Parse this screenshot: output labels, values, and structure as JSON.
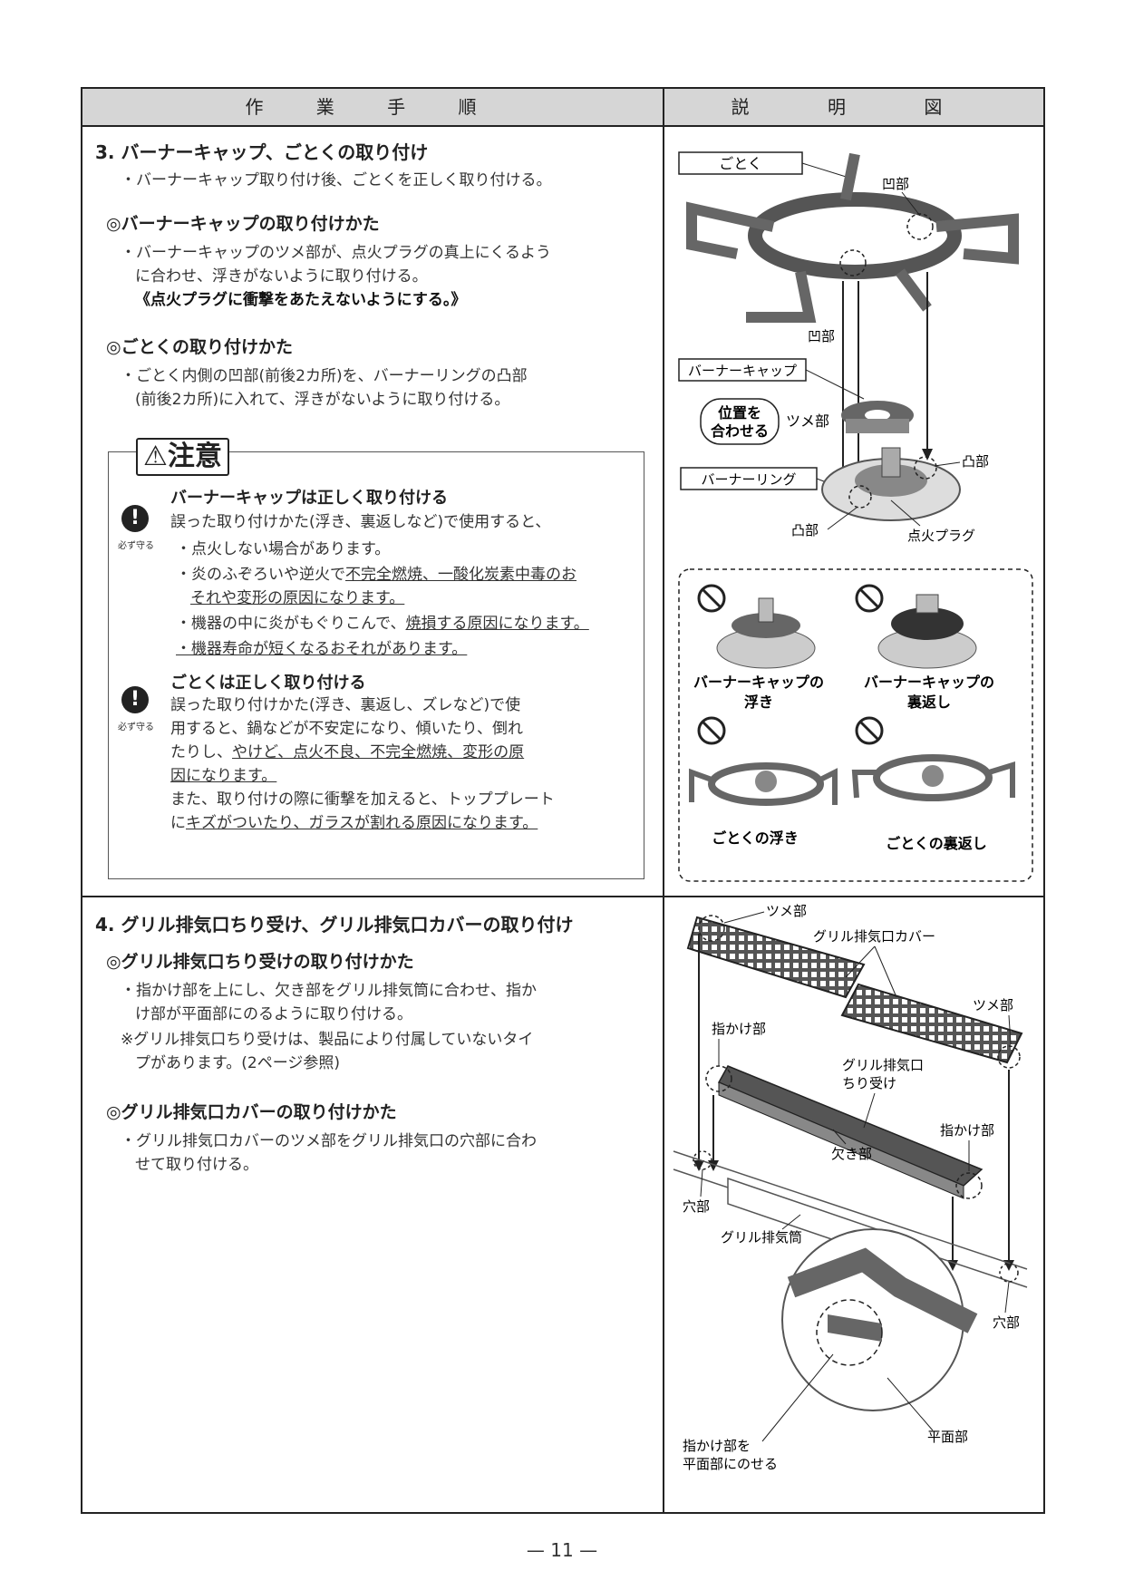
{
  "header": {
    "left": "作 業 手 順",
    "right": "説 明 図"
  },
  "section3": {
    "title": "3. バーナーキャップ、ごとくの取り付け",
    "intro": "・バーナーキャップ取り付け後、ごとくを正しく取り付ける。",
    "capHeading": "◎バーナーキャップの取り付けかた",
    "capLine1": "・バーナーキャップのツメ部が、点火プラグの真上にくるよう",
    "capLine2": "に合わせ、浮きがないように取り付ける。",
    "capLine3": "《点火プラグに衝撃をあたえないようにする。》",
    "gotokuHeading": "◎ごとくの取り付けかた",
    "gotokuLine1": "・ごとく内側の凹部(前後2カ所)を、バーナーリングの凸部",
    "gotokuLine2": "(前後2カ所)に入れて、浮きがないように取り付ける。"
  },
  "caution": {
    "title": "⚠注意",
    "mustLabel": "必ず守る",
    "item1": {
      "heading": "バーナーキャップは正しく取り付ける",
      "line1": "誤った取り付けかた(浮き、裏返しなど)で使用すると、",
      "b1": "・点火しない場合があります。",
      "b2a": "・炎のふぞろいや逆火で",
      "b2u": "不完全燃焼、一酸化炭素中毒のお",
      "b2b": "それや変形の原因になります。",
      "b3a": "・機器の中に炎がもぐりこんで、",
      "b3u": "焼損する原因になります。",
      "b4": "・機器寿命が短くなるおそれがあります。"
    },
    "item2": {
      "heading": "ごとくは正しく取り付ける",
      "line1": "誤った取り付けかた(浮き、裏返し、ズレなど)で使",
      "line2": "用すると、鍋などが不安定になり、傾いたり、倒れ",
      "line3a": "たりし、",
      "line3u": "やけど、点火不良、不完全燃焼、変形の原",
      "line4u": "因になります。",
      "line5": "また、取り付けの際に衝撃を加えると、トッププレート",
      "line6a": "に",
      "line6u": "キズがついたり、ガラスが割れる原因になります。"
    }
  },
  "section4": {
    "title": "4. グリル排気口ちり受け、グリル排気口カバーの取り付け",
    "chiriHeading": "◎グリル排気口ちり受けの取り付けかた",
    "chiriLine1": "・指かけ部を上にし、欠き部をグリル排気筒に合わせ、指か",
    "chiriLine2": "け部が平面部にのるように取り付ける。",
    "noteLine1": "※グリル排気口ちり受けは、製品により付属していないタイ",
    "noteLine2": "プがあります。(2ページ参照)",
    "coverHeading": "◎グリル排気口カバーの取り付けかた",
    "coverLine1": "・グリル排気口カバーのツメ部をグリル排気口の穴部に合わ",
    "coverLine2": "せて取り付ける。"
  },
  "diagram1": {
    "gotoku": "ごとく",
    "ouBu": "凹部",
    "burnerCap": "バーナーキャップ",
    "align1": "位置を",
    "align2": "合わせる",
    "tsumeBu": "ツメ部",
    "burnerRing": "バーナーリング",
    "totsuBu": "凸部",
    "plug": "点火プラグ",
    "wrong1a": "バーナーキャップの",
    "wrong1b": "浮き",
    "wrong2a": "バーナーキャップの",
    "wrong2b": "裏返し",
    "wrong3": "ごとくの浮き",
    "wrong4": "ごとくの裏返し"
  },
  "diagram2": {
    "tsumeBu": "ツメ部",
    "cover": "グリル排気口カバー",
    "yubikake": "指かけ部",
    "chiri1": "グリル排気口",
    "chiri2": "ちり受け",
    "kakiBu": "欠き部",
    "ana": "穴部",
    "tsutsu": "グリル排気筒",
    "heimen": "平面部",
    "place1": "指かけ部を",
    "place2": "平面部にのせる"
  },
  "footer": {
    "page": "— 11 —"
  }
}
